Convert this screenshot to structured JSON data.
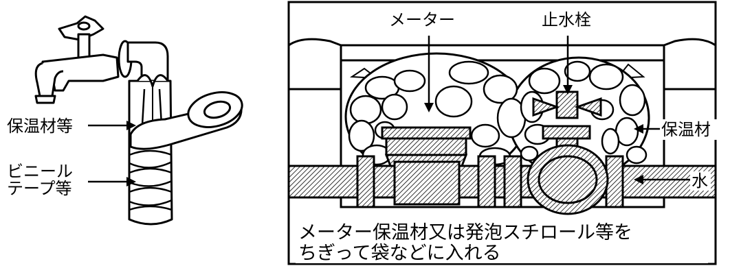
{
  "left_figure": {
    "label_insulation": "保温材等",
    "label_tape_line1": "ビニール",
    "label_tape_line2": "テープ等"
  },
  "right_figure": {
    "label_meter": "メーター",
    "label_stopcock": "止水栓",
    "label_insulation": "保温材",
    "label_water": "水",
    "caption_line1": "メーター保温材又は発泡スチロール等を",
    "caption_line2": "ちぎって袋などに入れる"
  }
}
